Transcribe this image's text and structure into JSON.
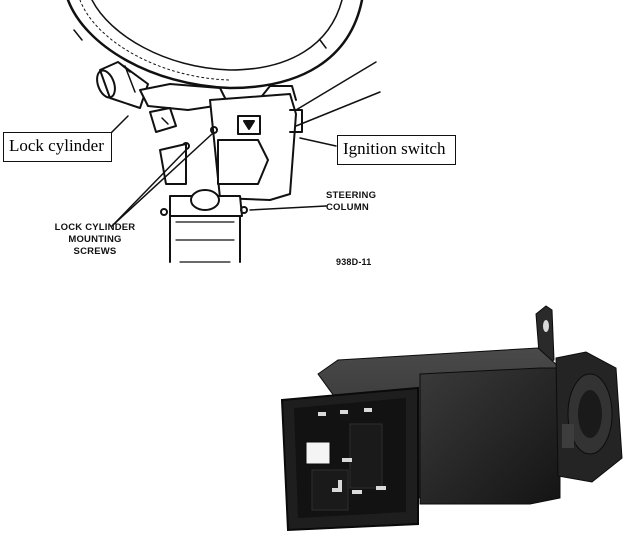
{
  "diagram": {
    "callouts": {
      "lock_cylinder": "Lock cylinder",
      "ignition_switch": "Ignition switch"
    },
    "labels": {
      "mounting_screws": [
        "LOCK CYLINDER",
        "MOUNTING",
        "SCREWS"
      ],
      "steering_column": [
        "STEERING",
        "COLUMN"
      ],
      "figure_id": "938D-11"
    }
  },
  "photo": {
    "subject": "ignition-switch-part",
    "colors": {
      "body": "#1c1c1c",
      "highlight": "#3a3a3a",
      "pins": "#d9d9d9"
    }
  }
}
